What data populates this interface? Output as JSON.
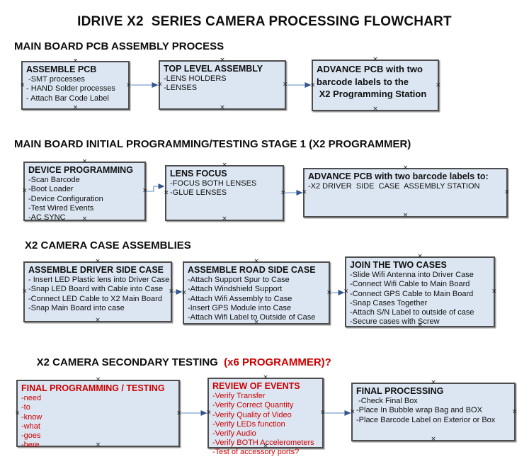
{
  "title": "IDRIVE X2  SERIES CAMERA PROCESSING FLOWCHART",
  "connection_marker": "×",
  "colors": {
    "box_fill": "#dce6f2",
    "box_border": "#4d4d4d",
    "arrow_line": "#8fb1d9",
    "arrow_head": "#33568e",
    "red_accent": "#cc0000",
    "text": "#111111",
    "background": "#ffffff"
  },
  "sections": [
    {
      "heading": "MAIN BOARD PCB ASSEMBLY PROCESS",
      "boxes": [
        {
          "title": "ASSEMBLE PCB",
          "lines": [
            " -SMT processes",
            "- HAND Solder processes",
            "- Attach Bar Code Label"
          ]
        },
        {
          "title": "TOP LEVEL ASSEMBLY",
          "lines": [
            "-LENS HOLDERS",
            "-LENSES"
          ]
        },
        {
          "title_lines": [
            "ADVANCE PCB with two",
            "barcode labels to the",
            " X2 Programming Station"
          ]
        }
      ]
    },
    {
      "heading": "MAIN BOARD INITIAL PROGRAMMING/TESTING STAGE 1 (X2 PROGRAMMER)",
      "boxes": [
        {
          "title": "DEVICE PROGRAMMING",
          "lines": [
            "-Scan Barcode",
            "-Boot Loader",
            "-Device Configuration",
            "-Test Wired Events",
            "-AC SYNC"
          ]
        },
        {
          "title": "LENS FOCUS",
          "lines": [
            "-FOCUS BOTH LENSES",
            "-GLUE LENSES"
          ]
        },
        {
          "title": "ADVANCE PCB with two barcode labels to:",
          "lines": [
            "-X2 DRIVER  SIDE  CASE  ASSEMBLY STATION"
          ]
        }
      ]
    },
    {
      "heading": "X2 CAMERA CASE ASSEMBLIES",
      "boxes": [
        {
          "title": "ASSEMBLE DRIVER SIDE CASE",
          "lines": [
            "- Insert LED Plastic lens into Driver Case",
            "-Snap LED Board with Cable into Case",
            "-Connect LED Cable to X2 Main Board",
            "-Snap Main Board into case"
          ]
        },
        {
          "title": "ASSEMBLE ROAD SIDE CASE",
          "lines": [
            "-Attach Support Spur to Case",
            "-Attach Windshield Support",
            "-Attach Wifi Assembly to Case",
            "-Insert GPS Module into Case",
            "-Attach Wifi Label to Outside of Case"
          ]
        },
        {
          "title": "JOIN THE TWO CASES",
          "lines": [
            "-Slide Wifi Antenna into Driver Case",
            "-Connect Wifi Cable to Main Board",
            "-Connect GPS Cable to Main Board",
            "-Snap Cases Together",
            "-Attach S/N Label to outside of case",
            "-Secure cases with Screw"
          ]
        }
      ]
    },
    {
      "heading": "X2 CAMERA SECONDARY TESTING ",
      "heading_red": " (x6 PROGRAMMER)?",
      "boxes": [
        {
          "title": "FINAL PROGRAMMING / TESTING",
          "lines": [
            "-need",
            "-to",
            "-know",
            "-what",
            "-goes",
            "-here"
          ]
        },
        {
          "title": "REVIEW OF EVENTS",
          "lines": [
            "-Verify Transfer",
            "-Verify Correct Quantity",
            "-Verify Quality of Video",
            "-Verify LEDs function",
            "-Verify Audio",
            "-Verify BOTH Accelerometers",
            "-Test of accessory ports?"
          ]
        },
        {
          "title": "FINAL PROCESSING",
          "lines": [
            " -Check Final Box",
            "-Place In Bubble wrap Bag and BOX",
            "-Place Barcode Label on Exterior or Box"
          ]
        }
      ]
    }
  ]
}
